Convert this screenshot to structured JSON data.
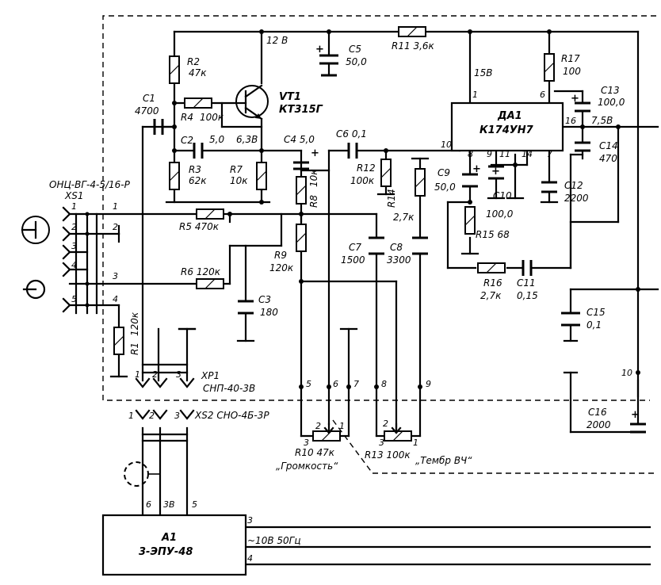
{
  "connector_xs1": {
    "type": "ОНЦ-ВГ-4-5/16-Р",
    "ref": "XS1",
    "pins": [
      "1",
      "2",
      "3",
      "4",
      "5"
    ],
    "net_labels": [
      "1",
      "2",
      "3",
      "4"
    ]
  },
  "connector_xp1": {
    "ref": "XP1",
    "type": "СНП-40-3В",
    "pins": [
      "1",
      "2",
      "3"
    ]
  },
  "connector_xs2": {
    "ref": "XS2",
    "type": "СНО-4Б-3Р",
    "pins": [
      "1",
      "2",
      "3"
    ]
  },
  "resistors": {
    "r1": {
      "ref": "R1",
      "value": "120к"
    },
    "r2": {
      "ref": "R2",
      "value": "47к"
    },
    "r3": {
      "ref": "R3",
      "value": "62к"
    },
    "r4": {
      "ref": "R4",
      "value": "100к"
    },
    "r5": {
      "ref": "R5",
      "value": "470к"
    },
    "r6": {
      "ref": "R6",
      "value": "120к"
    },
    "r7": {
      "ref": "R7",
      "value": "10к"
    },
    "r8": {
      "ref": "R8",
      "value": "10к"
    },
    "r9": {
      "ref": "R9",
      "value": "120к"
    },
    "r10": {
      "ref": "R10",
      "value": "47к",
      "name": "„Громкость“"
    },
    "r11": {
      "ref": "R11",
      "value": "3,6к"
    },
    "r12": {
      "ref": "R12",
      "value": "100к"
    },
    "r13": {
      "ref": "R13",
      "value": "100к",
      "name": "„Тембр ВЧ“"
    },
    "r14": {
      "ref": "R14",
      "value": "2,7к"
    },
    "r15": {
      "ref": "R15",
      "value": "68"
    },
    "r16": {
      "ref": "R16",
      "value": "2,7к"
    },
    "r17": {
      "ref": "R17",
      "value": "100"
    }
  },
  "capacitors": {
    "c1": {
      "ref": "C1",
      "value": "4700"
    },
    "c2": {
      "ref": "C2",
      "value": "5,0"
    },
    "c3": {
      "ref": "C3",
      "value": "180"
    },
    "c4": {
      "ref": "C4",
      "value": "5,0"
    },
    "c5": {
      "ref": "C5",
      "value": "50,0"
    },
    "c6": {
      "ref": "C6",
      "value": "0,1"
    },
    "c7": {
      "ref": "C7",
      "value": "1500"
    },
    "c8": {
      "ref": "C8",
      "value": "3300"
    },
    "c9": {
      "ref": "C9",
      "value": "50,0"
    },
    "c10": {
      "ref": "C10",
      "value": "100,0"
    },
    "c11": {
      "ref": "C11",
      "value": "0,15"
    },
    "c12": {
      "ref": "C12",
      "value": "2200"
    },
    "c13": {
      "ref": "C13",
      "value": "100,0"
    },
    "c14": {
      "ref": "C14",
      "value": "470"
    },
    "c15": {
      "ref": "C15",
      "value": "0,1"
    },
    "c16": {
      "ref": "C16",
      "value": "2000"
    }
  },
  "transistor": {
    "ref": "VT1",
    "type": "КТ315Г"
  },
  "ic": {
    "ref": "ДА1",
    "type": "К174УН7",
    "pins": {
      "p1": "1",
      "p6": "6",
      "p8": "8",
      "p9": "9",
      "p10": "10",
      "p11": "11",
      "p14": "14",
      "p7": "7",
      "p16": "16"
    }
  },
  "voltages": {
    "v12": "12 В",
    "v63": "6,3В",
    "v15": "15В",
    "v75": "7,5В"
  },
  "pot_pins": {
    "r10": [
      "3",
      "2",
      "1"
    ],
    "r13": [
      "3",
      "2",
      "1"
    ]
  },
  "net_labels": [
    "5",
    "6",
    "7",
    "8",
    "9",
    "10"
  ],
  "module_a1": {
    "ref": "А1",
    "type": "3-ЭПУ-48",
    "pin_labels": [
      "6",
      "3В",
      "5",
      "3",
      "4"
    ],
    "supply": "~10В 50Гц"
  },
  "signs": {
    "plus": "+"
  }
}
